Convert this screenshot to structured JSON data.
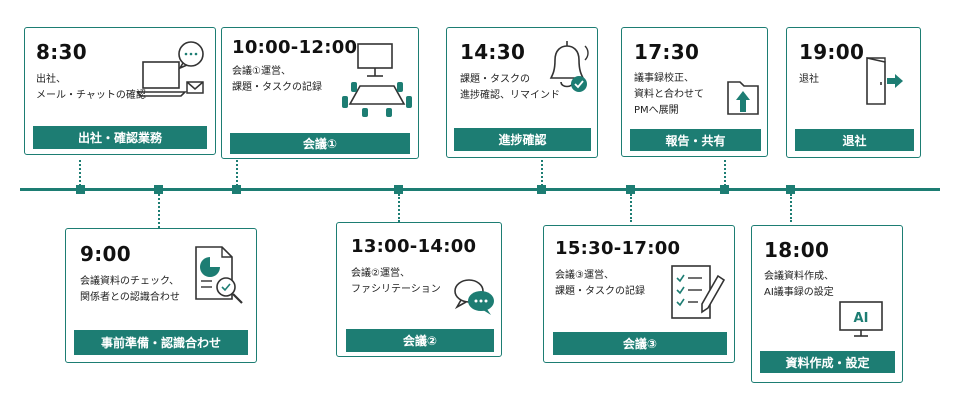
{
  "colors": {
    "accent": "#1d7d73",
    "text": "#222222"
  },
  "events": [
    {
      "id": "e1",
      "time": "8:30",
      "desc": "出社、\nメール・チャットの確認",
      "label": "出社・確認業務",
      "icon": "laptop-chat-mail-icon"
    },
    {
      "id": "e2",
      "time": "9:00",
      "desc": "会議資料のチェック、\n関係者との認識合わせ",
      "label": "事前準備・認識合わせ",
      "icon": "document-search-icon"
    },
    {
      "id": "e3",
      "time": "10:00-12:00",
      "desc": "会議①運営、\n課題・タスクの記録",
      "label": "会議①",
      "icon": "meeting-room-icon"
    },
    {
      "id": "e4",
      "time": "13:00-14:00",
      "desc": "会議②運営、\nファシリテーション",
      "label": "会議②",
      "icon": "chat-bubbles-icon"
    },
    {
      "id": "e5",
      "time": "14:30",
      "desc": "課題・タスクの\n進捗確認、リマインド",
      "label": "進捗確認",
      "icon": "bell-check-icon"
    },
    {
      "id": "e6",
      "time": "15:30-17:00",
      "desc": "会議③運営、\n課題・タスクの記録",
      "label": "会議③",
      "icon": "checklist-pen-icon"
    },
    {
      "id": "e7",
      "time": "17:30",
      "desc": "議事録校正、\n資料と合わせて\nPMへ展開",
      "label": "報告・共有",
      "icon": "folder-upload-icon"
    },
    {
      "id": "e8",
      "time": "18:00",
      "desc": "会議資料作成、\nAI議事録の設定",
      "label": "資料作成・設定",
      "icon": "ai-monitor-icon",
      "icon_text": "AI"
    },
    {
      "id": "e9",
      "time": "19:00",
      "desc": "退社",
      "label": "退社",
      "icon": "exit-door-icon"
    }
  ]
}
